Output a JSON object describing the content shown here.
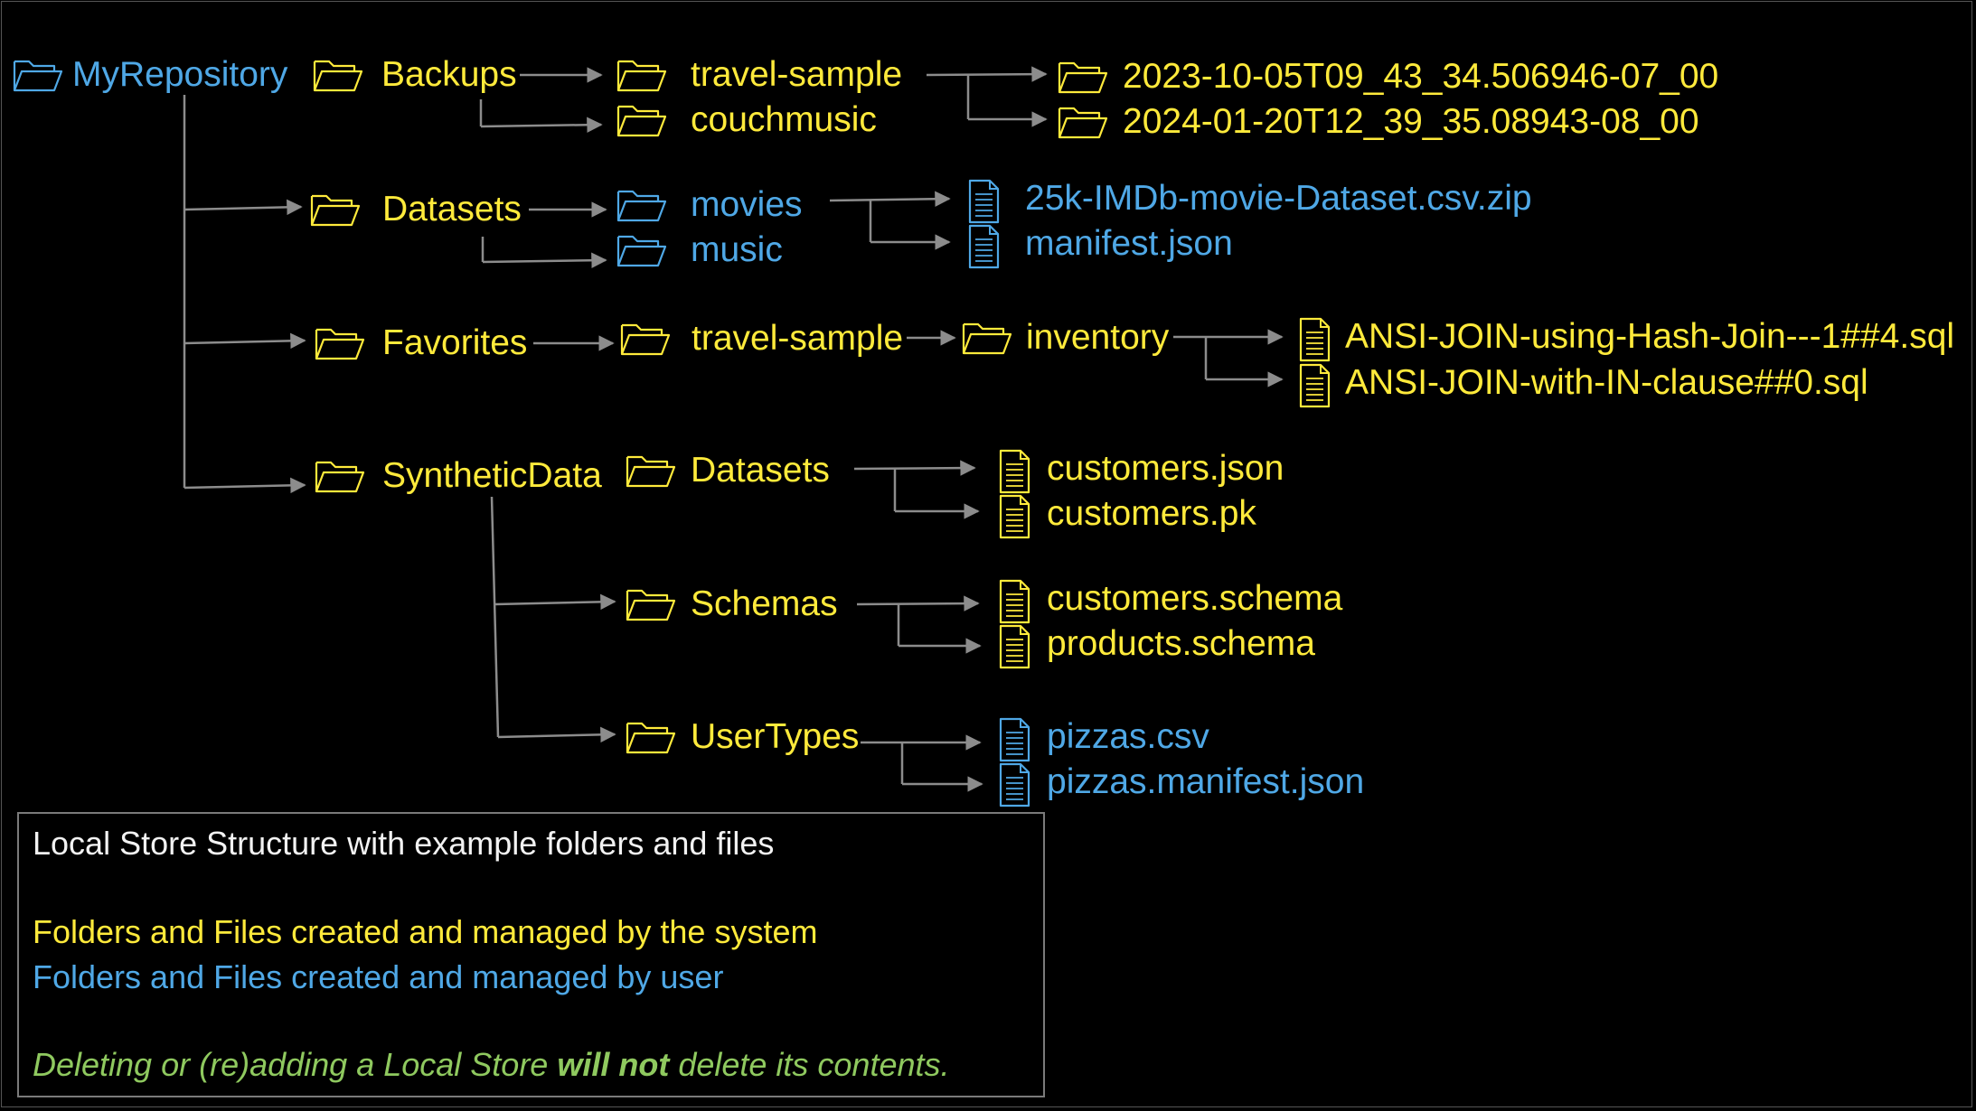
{
  "colors": {
    "system": "#ffea3b",
    "user": "#4fa8e6",
    "connector": "#8c8c8c",
    "note": "#8fc95f"
  },
  "tree": {
    "root": {
      "label": "MyRepository",
      "kind": "folder",
      "owner": "user"
    },
    "level1": [
      {
        "label": "Backups",
        "kind": "folder",
        "owner": "system"
      },
      {
        "label": "Datasets",
        "kind": "folder",
        "owner": "system"
      },
      {
        "label": "Favorites",
        "kind": "folder",
        "owner": "system"
      },
      {
        "label": "SyntheticData",
        "kind": "folder",
        "owner": "system"
      }
    ],
    "backups": {
      "children": [
        {
          "label": "travel-sample",
          "kind": "folder",
          "owner": "system"
        },
        {
          "label": "couchmusic",
          "kind": "folder",
          "owner": "system"
        }
      ],
      "snapshots": [
        {
          "label": "2023-10-05T09_43_34.506946-07_00",
          "kind": "folder",
          "owner": "system"
        },
        {
          "label": "2024-01-20T12_39_35.08943-08_00",
          "kind": "folder",
          "owner": "system"
        }
      ]
    },
    "datasets": {
      "children": [
        {
          "label": "movies",
          "kind": "folder",
          "owner": "user"
        },
        {
          "label": "music",
          "kind": "folder",
          "owner": "user"
        }
      ],
      "files": [
        {
          "label": "25k-IMDb-movie-Dataset.csv.zip",
          "kind": "file",
          "owner": "user"
        },
        {
          "label": "manifest.json",
          "kind": "file",
          "owner": "user"
        }
      ]
    },
    "favorites": {
      "bucket": {
        "label": "travel-sample",
        "kind": "folder",
        "owner": "system"
      },
      "scope": {
        "label": "inventory",
        "kind": "folder",
        "owner": "system"
      },
      "files": [
        {
          "label": "ANSI-JOIN-using-Hash-Join---1##4.sql",
          "kind": "file",
          "owner": "system"
        },
        {
          "label": "ANSI-JOIN-with-IN-clause##0.sql",
          "kind": "file",
          "owner": "system"
        }
      ]
    },
    "synthetic": {
      "children": [
        {
          "label": "Datasets",
          "kind": "folder",
          "owner": "system"
        },
        {
          "label": "Schemas",
          "kind": "folder",
          "owner": "system"
        },
        {
          "label": "UserTypes",
          "kind": "folder",
          "owner": "system"
        }
      ],
      "datasets_files": [
        {
          "label": "customers.json",
          "kind": "file",
          "owner": "system"
        },
        {
          "label": "customers.pk",
          "kind": "file",
          "owner": "system"
        }
      ],
      "schemas_files": [
        {
          "label": "customers.schema",
          "kind": "file",
          "owner": "system"
        },
        {
          "label": "products.schema",
          "kind": "file",
          "owner": "system"
        }
      ],
      "usertypes_files": [
        {
          "label": "pizzas.csv",
          "kind": "file",
          "owner": "user"
        },
        {
          "label": "pizzas.manifest.json",
          "kind": "file",
          "owner": "user"
        }
      ]
    }
  },
  "legend": {
    "title": "Local Store Structure with example folders and files",
    "system_note": "Folders and Files created and managed by the system",
    "user_note": "Folders and Files created and managed by user",
    "warning_before": "Deleting or (re)adding a Local Store ",
    "warning_bold": "will not",
    "warning_after": " delete its contents."
  }
}
